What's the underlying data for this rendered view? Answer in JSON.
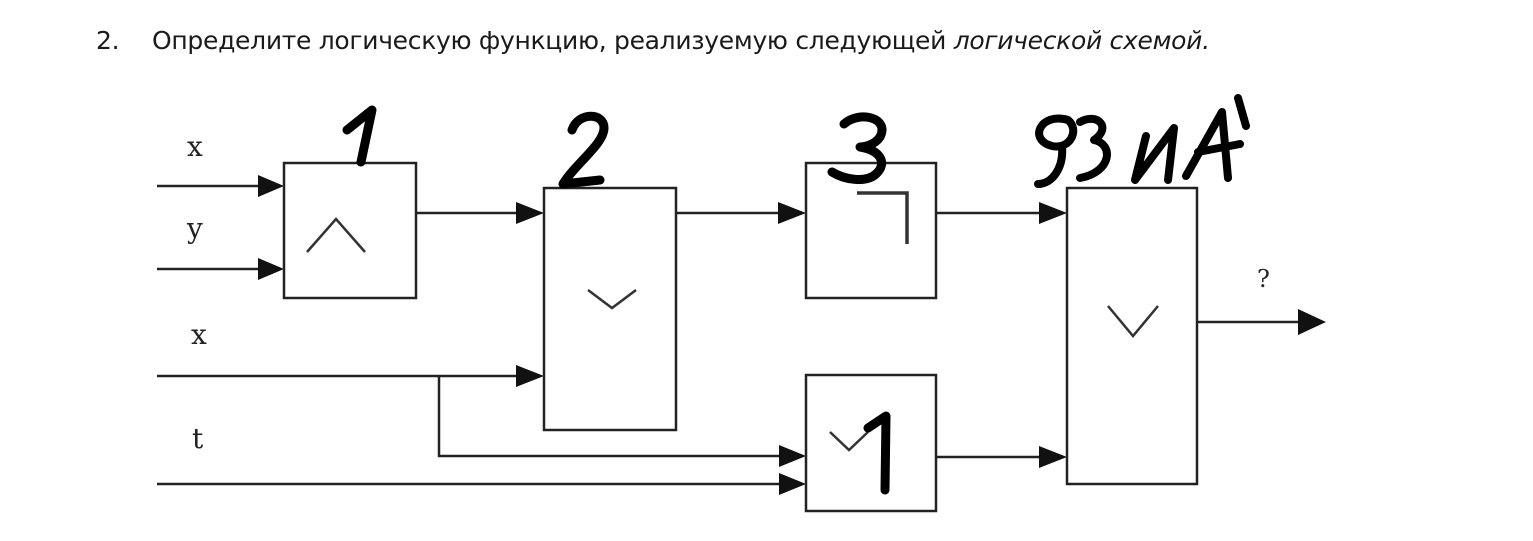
{
  "question": {
    "number": "2.",
    "text": "Определите логическую функцию, реализуемую следующей",
    "emphasis": "логической схемой."
  },
  "inputs": [
    "x",
    "y",
    "x",
    "t"
  ],
  "output_label": "?",
  "gates": [
    {
      "id": "g1",
      "function": "AND",
      "symbol": "∧",
      "handwritten_order": "1"
    },
    {
      "id": "g2",
      "function": "OR",
      "symbol": "∨",
      "handwritten_order": "2"
    },
    {
      "id": "g3",
      "function": "NOT",
      "symbol": "¬",
      "handwritten_order": "3"
    },
    {
      "id": "g4",
      "function": "OR",
      "symbol": "∨",
      "handwritten_order": "1"
    },
    {
      "id": "g5",
      "function": "OR",
      "symbol": "∨",
      "handwritten_order": "93ИА"
    }
  ]
}
